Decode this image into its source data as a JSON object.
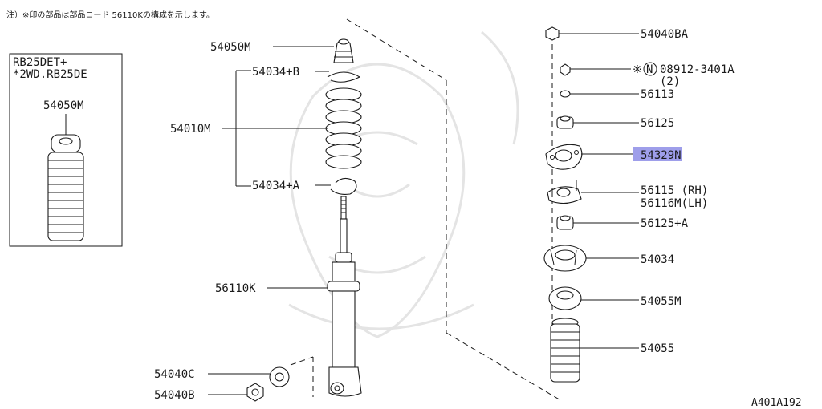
{
  "note": "注）※印の部品は部品コード 56110Kの構成を示します。",
  "inset": {
    "title_line1": "RB25DET+",
    "title_line2": "*2WD.RB25DE",
    "part_label": "54050M"
  },
  "labels": {
    "p54050M": "54050M",
    "p54034B": "54034+B",
    "p54010M": "54010M",
    "p54034A": "54034+A",
    "p56110K": "56110K",
    "p54040C": "54040C",
    "p54040B": "54040B",
    "p54040BA": "54040BA",
    "p08912_prefix": "※",
    "p08912_circle": "N",
    "p08912": "08912-3401A",
    "p08912_qty": "(2)",
    "p56113": "56113",
    "p56125": "56125",
    "p54329N": "54329N",
    "p56115": "56115 (RH)",
    "p56116M": "56116M(LH)",
    "p56125A": "56125+A",
    "p54034": "54034",
    "p54055M": "54055M",
    "p54055": "54055"
  },
  "highlight_color": "#9e9eea",
  "diagram_code": "A401A192"
}
